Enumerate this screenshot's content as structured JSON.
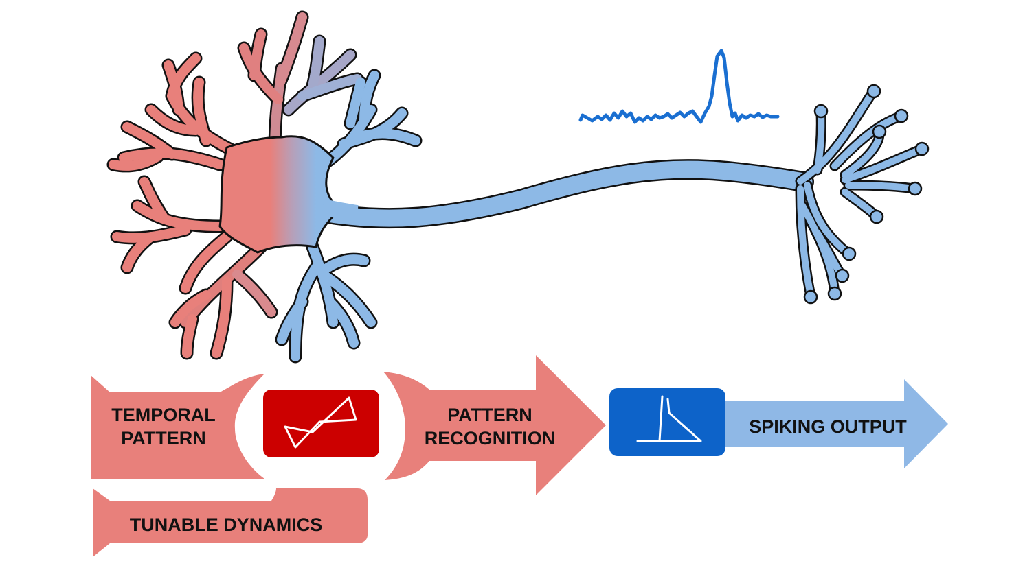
{
  "labels": {
    "temporal_line1": "TEMPORAL",
    "temporal_line2": "PATTERN",
    "recognition_line1": "PATTERN",
    "recognition_line2": "RECOGNITION",
    "spiking_output": "SPIKING OUTPUT",
    "tunable_dynamics": "TUNABLE DYNAMICS"
  },
  "colors": {
    "input_red": "#e8807b",
    "device_red": "#cc0000",
    "device_blue": "#0d63c9",
    "output_blue": "#8fb8e6",
    "trace_blue": "#1a6fd1",
    "axon_blue": "#8db9e6",
    "outline": "#111111"
  },
  "icons": {
    "input_device": "hysteresis-loop-icon",
    "output_device": "threshold-switch-icon"
  }
}
